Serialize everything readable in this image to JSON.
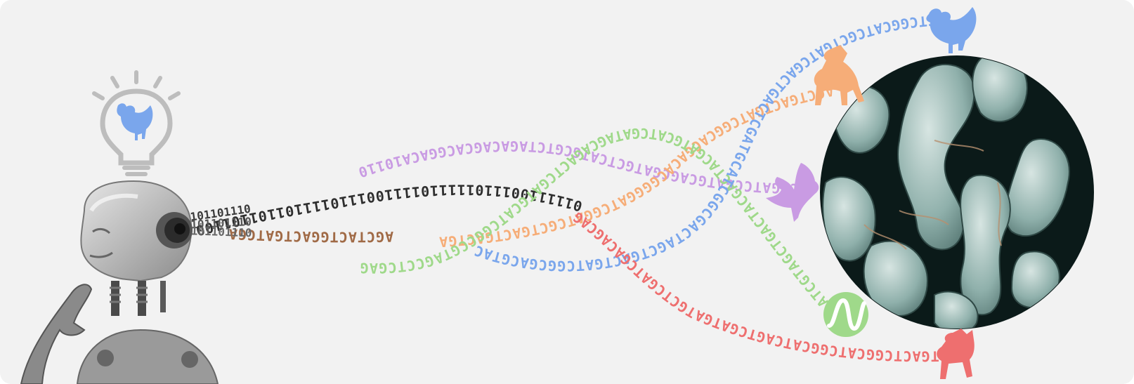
{
  "colors": {
    "background": "#f2f2f2",
    "purple": "#c99be3",
    "black": "#2e2e2e",
    "orange": "#f6ad78",
    "green": "#9fd98a",
    "blue": "#7aa6ec",
    "red": "#ee6f6f",
    "brown": "#a06a46",
    "bulb": "#bdbdbd"
  },
  "icons": {
    "bulb": "light-bulb-icon",
    "bulb_animal": "chicken-icon",
    "chicken": "chicken-icon",
    "cow": "cow-icon",
    "bird": "bird-icon",
    "sine": "sine-wave-icon",
    "goat": "goat-icon",
    "robot": "robot-head-icon",
    "microscope": "bacteria-micrograph"
  },
  "strands": {
    "purple": "TCCGATCCGATGCAGCGATGCTCATGCGTCTAGACAGCACGGACA10110",
    "black": "0111110011101111101111001110111101101101100011",
    "orange": "AGCTGACTGATCGGCACGACACGGGGATCGGATCGCTGACTGACTGA",
    "green": "ATCGTAGCTGACTACGACTACGATGCATCGATAGCAGACTCGATGCATCGGCCGTAGCCTCGAG",
    "blue": "CTCGGCATCGCTGATCGACTGACTCGATGCATCGGCGACTAGCTGACTGATCGGCGACGTAC",
    "red": "CTGACTCGGCATCGGCATCAGTCGATGATGCTCGATCGACAGCAGGCATGCGAC",
    "brown": "AGCTACTGGACTGATCGATC",
    "binary_short": "0101101110"
  }
}
